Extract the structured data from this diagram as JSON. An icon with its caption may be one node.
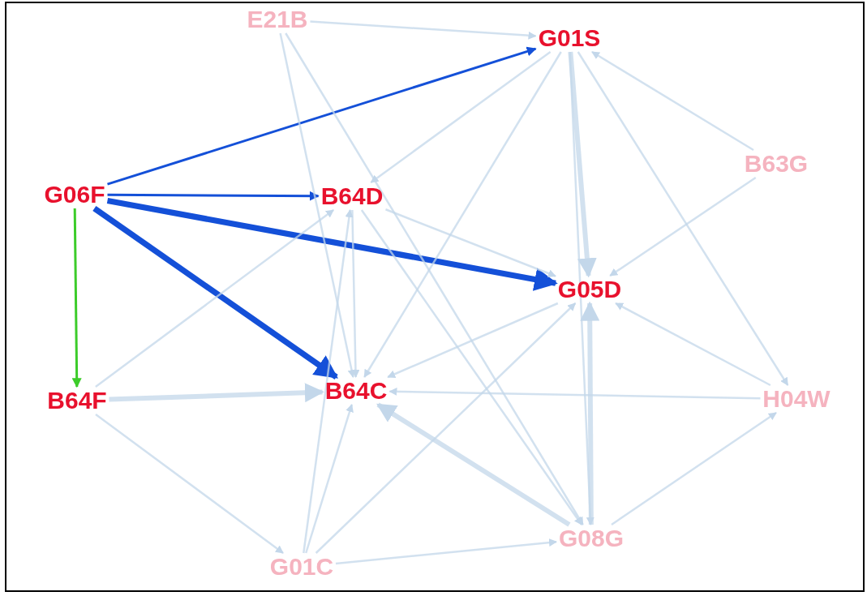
{
  "diagram": {
    "nodes": [
      {
        "text": [
          "E21B"
        ]
      },
      {
        "text": [
          "G01S"
        ]
      },
      {
        "text": [
          "B63G"
        ]
      },
      {
        "text": [
          "G06F"
        ]
      },
      {
        "text": [
          "B64D"
        ]
      },
      {
        "text": [
          "G05D"
        ]
      },
      {
        "text": [
          "B64C"
        ]
      },
      {
        "text": [
          "B64F"
        ]
      },
      {
        "text": [
          "H04W"
        ]
      },
      {
        "text": [
          "G08G"
        ]
      },
      {
        "text": [
          "G01C"
        ]
      }
    ],
    "edges": [
      {
        "from": 3,
        "to": 1,
        "arrow": "to",
        "color": "#1450d8"
      },
      {
        "from": 3,
        "to": 4,
        "arrow": "to",
        "color": "#1450d8"
      },
      {
        "from": 3,
        "to": 5,
        "arrow": "to",
        "color": "#1450d8",
        "style": "thick"
      },
      {
        "from": 3,
        "to": 6,
        "arrow": "to",
        "color": "#1450d8",
        "style": "thick"
      },
      {
        "from": 3,
        "to": 7,
        "arrow": "to",
        "color": "#3ccc2a"
      },
      {
        "from": 0,
        "to": 1,
        "arrow": "to"
      },
      {
        "from": 0,
        "to": 6,
        "arrow": "to"
      },
      {
        "from": 0,
        "to": 9,
        "arrow": "to"
      },
      {
        "from": 2,
        "to": 1,
        "arrow": "to"
      },
      {
        "from": 1,
        "to": 4,
        "arrow": "to"
      },
      {
        "from": 1,
        "to": 6,
        "arrow": "to"
      },
      {
        "from": 1,
        "to": 5,
        "arrow": "to",
        "style": "thick"
      },
      {
        "from": 1,
        "to": 9,
        "arrow": "to"
      },
      {
        "from": 1,
        "to": 8,
        "arrow": "to"
      },
      {
        "from": 2,
        "to": 5,
        "arrow": "to"
      },
      {
        "from": 4,
        "to": 5,
        "arrow": "to"
      },
      {
        "from": 4,
        "to": 9,
        "arrow": "to"
      },
      {
        "from": 4,
        "to": 6,
        "arrow": "to"
      },
      {
        "from": 10,
        "to": 4,
        "arrow": "to"
      },
      {
        "from": 9,
        "to": 5,
        "arrow": "to",
        "style": "thick"
      },
      {
        "from": 8,
        "to": 5,
        "arrow": "to"
      },
      {
        "from": 10,
        "to": 5,
        "arrow": "to"
      },
      {
        "from": 8,
        "to": 6,
        "arrow": "to"
      },
      {
        "from": 9,
        "to": 6,
        "arrow": "to",
        "style": "thick"
      },
      {
        "from": 10,
        "to": 6,
        "arrow": "to"
      },
      {
        "from": 7,
        "to": 6,
        "arrow": "to",
        "style": "thick"
      },
      {
        "from": 7,
        "to": 4,
        "arrow": "to"
      },
      {
        "from": 7,
        "to": 10,
        "arrow": "to"
      },
      {
        "from": 9,
        "to": 8,
        "arrow": "to"
      },
      {
        "from": 10,
        "to": 9,
        "arrow": "to"
      },
      {
        "from": 5,
        "to": 6,
        "arrow": "to"
      }
    ]
  }
}
